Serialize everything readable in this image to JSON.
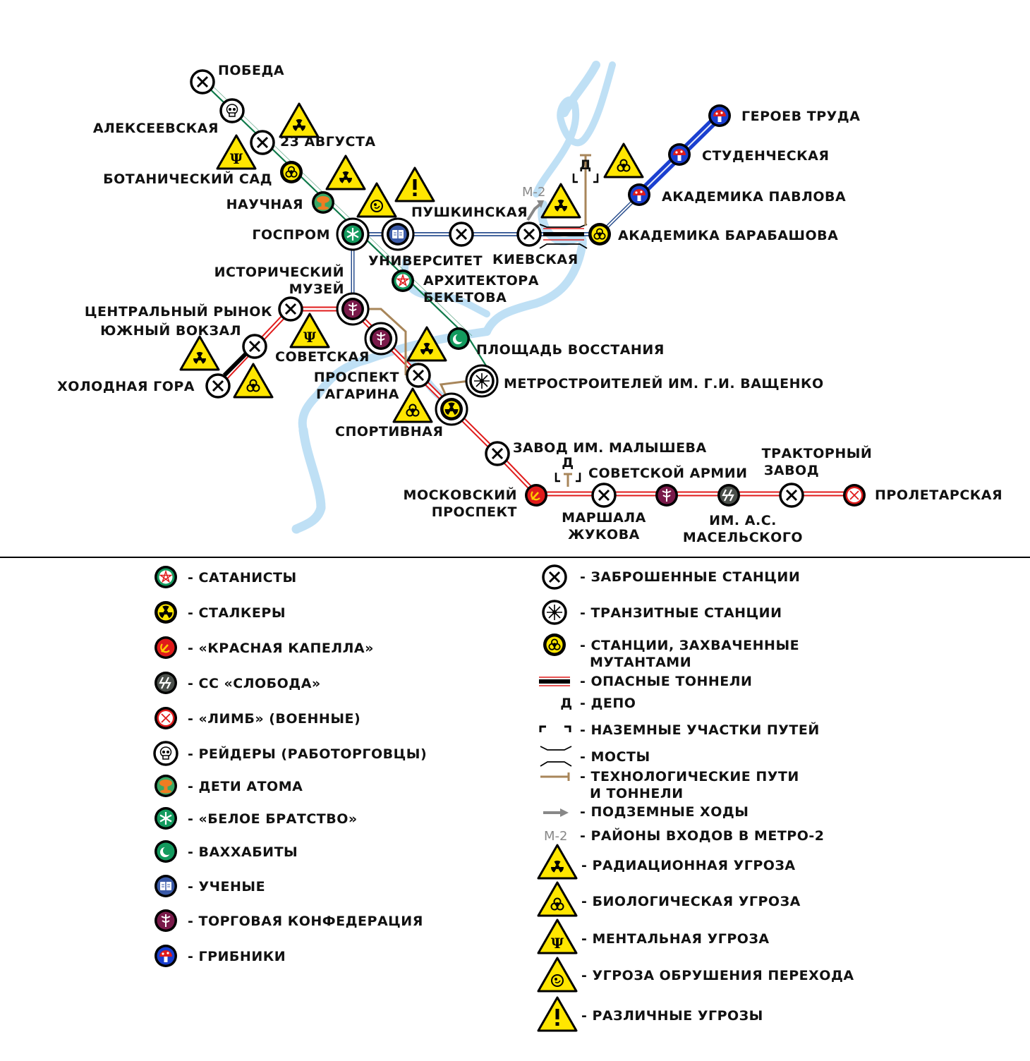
{
  "colors": {
    "river": "#bfe0f5",
    "green_line": "#0f7a4a",
    "blue_line": "#2a4f8f",
    "red_line": "#e01b1b",
    "hazard_yellow": "#ffe600",
    "service_track": "#a8865a"
  },
  "stations": {
    "pobeda": "ПОБЕДА",
    "alekseevskaya": "АЛЕКСЕЕВСКАЯ",
    "avgusta23": "23 АВГУСТА",
    "botanichesky": "БОТАНИЧЕСКИЙ САД",
    "nauchnaya": "НАУЧНАЯ",
    "gosprom": "ГОСПРОМ",
    "universitet": "УНИВЕРСИТЕТ",
    "pushkinskaya": "ПУШКИНСКАЯ",
    "kievskaya": "КИЕВСКАЯ",
    "barabashova": "АКАДЕМИКА БАРАБАШОВА",
    "pavlova": "АКАДЕМИКА ПАВЛОВА",
    "studencheskaya": "СТУДЕНЧЕСКАЯ",
    "geroev": "ГЕРОЕВ ТРУДА",
    "istorichesky_1": "ИСТОРИЧЕСКИЙ",
    "istorichesky_2": "МУЗЕЙ",
    "arkhitektora_1": "АРХИТЕКТОРА",
    "arkhitektora_2": "БЕКЕТОВА",
    "tsentralny": "ЦЕНТРАЛЬНЫЙ РЫНОК",
    "yuzhny": "ЮЖНЫЙ ВОКЗАЛ",
    "kholodnaya": "ХОЛОДНАЯ ГОРА",
    "sovetskaya": "СОВЕТСКАЯ",
    "ploschad": "ПЛОЩАДЬ ВОССТАНИЯ",
    "prospekt_1": "ПРОСПЕКТ",
    "prospekt_2": "ГАГАРИНА",
    "metrostroiteley": "МЕТРОСТРОИТЕЛЕЙ ИМ. Г.И. ВАЩЕНКО",
    "sportivnaya": "СПОРТИВНАЯ",
    "zavod": "ЗАВОД ИМ. МАЛЫШЕВА",
    "moskovsky_1": "МОСКОВСКИЙ",
    "moskovsky_2": "ПРОСПЕКТ",
    "marshala_1": "МАРШАЛА",
    "marshala_2": "ЖУКОВА",
    "sov_armii": "СОВЕТСКОЙ АРМИИ",
    "maselsky_1": "ИМ. А.С.",
    "maselsky_2": "МАСЕЛЬСКОГО",
    "traktorny_1": "ТРАКТОРНЫЙ",
    "traktorny_2": "ЗАВОД",
    "proletarskaya": "ПРОЛЕТАРСКАЯ"
  },
  "map_marks": {
    "depot": "Д",
    "metro2": "М-2"
  },
  "legend": {
    "factions": [
      {
        "icon": "pentagram-icon",
        "label": "- САТАНИСТЫ"
      },
      {
        "icon": "radiation-icon",
        "label": "- СТАЛКЕРЫ"
      },
      {
        "icon": "hammer-sickle-icon",
        "label": "- «КРАСНАЯ КАПЕЛЛА»"
      },
      {
        "icon": "ss-runes-icon",
        "label": "- СС «СЛОБОДА»"
      },
      {
        "icon": "crossed-swords-icon",
        "label": "- «ЛИМБ» (ВОЕННЫЕ)"
      },
      {
        "icon": "skull-icon",
        "label": "- РЕЙДЕРЫ (РАБОТОРГОВЦЫ)"
      },
      {
        "icon": "atom-cloud-icon",
        "label": "- ДЕТИ АТОМА"
      },
      {
        "icon": "snowflake-icon",
        "label": "- «БЕЛОЕ БРАТСТВО»"
      },
      {
        "icon": "crescent-icon",
        "label": "- ВАХХАБИТЫ"
      },
      {
        "icon": "book-icon",
        "label": "- УЧЕНЫЕ"
      },
      {
        "icon": "caduceus-icon",
        "label": "- ТОРГОВАЯ КОНФЕДЕРАЦИЯ"
      },
      {
        "icon": "mushroom-icon",
        "label": "- ГРИБНИКИ"
      }
    ],
    "symbols": {
      "abandoned": "- ЗАБРОШЕННЫЕ СТАНЦИИ",
      "transit": "- ТРАНЗИТНЫЕ СТАНЦИИ",
      "mutants_1": "- СТАНЦИИ, ЗАХВАЧЕННЫЕ",
      "mutants_2": "МУТАНТАМИ",
      "dangerous": "- ОПАСНЫЕ ТОННЕЛИ",
      "depot_mark": "Д",
      "depot": "- ДЕПО",
      "surface": "- НАЗЕМНЫЕ УЧАСТКИ ПУТЕЙ",
      "bridges": "- МОСТЫ",
      "service_1": "- ТЕХНОЛОГИЧЕСКИЕ ПУТИ",
      "service_2": "И ТОННЕЛИ",
      "underground": "- ПОДЗЕМНЫЕ ХОДЫ",
      "m2_mark": "М-2",
      "metro2": "- РАЙОНЫ ВХОДОВ В МЕТРО-2",
      "radiation": "- РАДИАЦИОННАЯ УГРОЗА",
      "bio": "- БИОЛОГИЧЕСКАЯ УГРОЗА",
      "mental": "- МЕНТАЛЬНАЯ УГРОЗА",
      "collapse": "- УГРОЗА ОБРУШЕНИЯ ПЕРЕХОДА",
      "various": "- РАЗЛИЧНЫЕ УГРОЗЫ"
    }
  }
}
